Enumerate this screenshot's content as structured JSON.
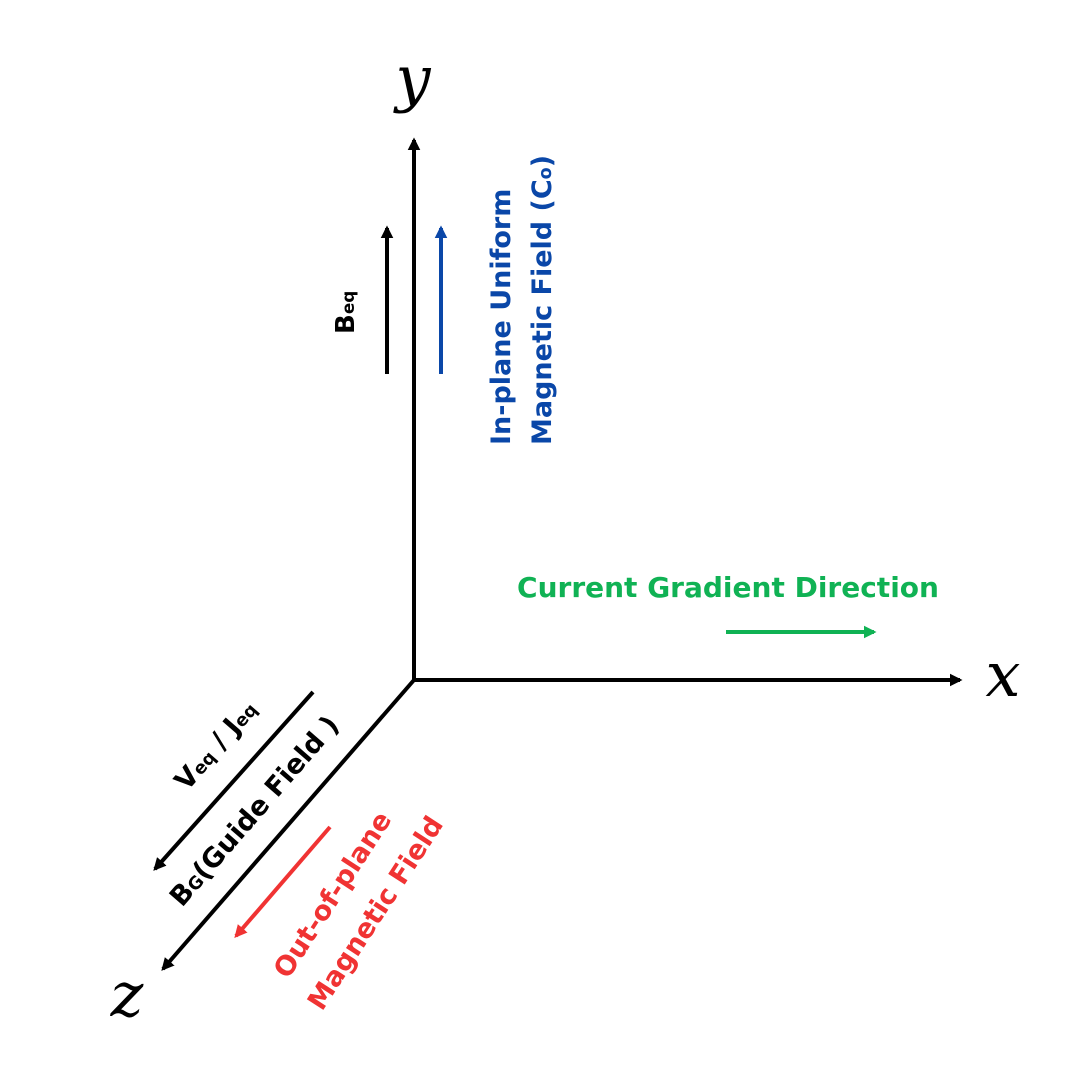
{
  "axes": {
    "x": "x",
    "y": "y",
    "z": "z"
  },
  "labels": {
    "b_eq": {
      "main": "B",
      "sub": "eq"
    },
    "in_plane": {
      "line1": "In-plane Uniform",
      "line2": "Magnetic Field (C",
      "line2_sub": "o",
      "line2_end": ")"
    },
    "current_gradient": "Current Gradient Direction",
    "v_eq": {
      "v": "V",
      "v_sub": "eq",
      "sep": " / ",
      "j": "J",
      "j_sub": "eq"
    },
    "guide_field": {
      "main": "B",
      "sub": "G",
      "rest": "(Guide Field )"
    },
    "out_of_plane": {
      "line1": "Out-of-plane",
      "line2": "Magnetic Field"
    }
  },
  "colors": {
    "axes": "#000000",
    "b_eq": "#000000",
    "in_plane": "#0a47a8",
    "current_gradient": "#10b254",
    "guide": "#000000",
    "out_of_plane": "#f03333"
  }
}
